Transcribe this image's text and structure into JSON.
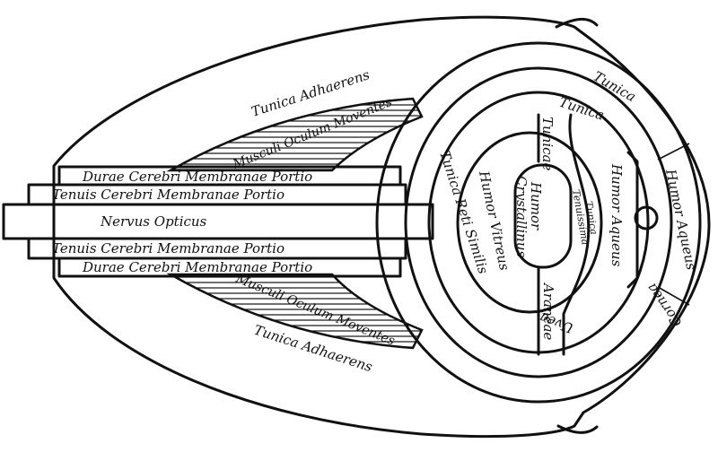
{
  "labels": {
    "tunica_adhaerens_top": "Tunica Adhaerens",
    "tunica_adhaerens_bottom": "Tunica Adhaerens",
    "musculi_top": "Musculi Oculum Moventes",
    "musculi_bottom": "Musculi Oculum Moventes",
    "durae_top": "Durae Cerebri Membranae Portio",
    "tenuis_top": "Tenuis Cerebri Membranae Portio",
    "nervus_opticus": "Nervus Opticus",
    "tenuis_bottom": "Tenuis Cerebri Membranae Portio",
    "durae_bottom": "Durae Cerebri Membranae Portio",
    "tunica_outer": "Tunica",
    "tunica_inner": "Tunica",
    "tunica_reti_similis": "Tunica Reti Similis",
    "humor_vitreus": "Humor Vitreus",
    "humor_crystallinus_1": "Humor",
    "humor_crystallinus_2": "Crystallinus",
    "tunicae_1": "Tunicae",
    "tunica_tenuissima_1": "Tunica",
    "tunica_tenuissima_2": "Tenuissima",
    "humor_aqueus_inner": "Humor Aqueus",
    "humor_aqueus_front": "Humor Aqueus",
    "araneae": "Araneae",
    "uvea": "Uvea",
    "cornea": "Cornea"
  },
  "colors": {
    "ink": "#111111",
    "paper": "#ffffff"
  }
}
